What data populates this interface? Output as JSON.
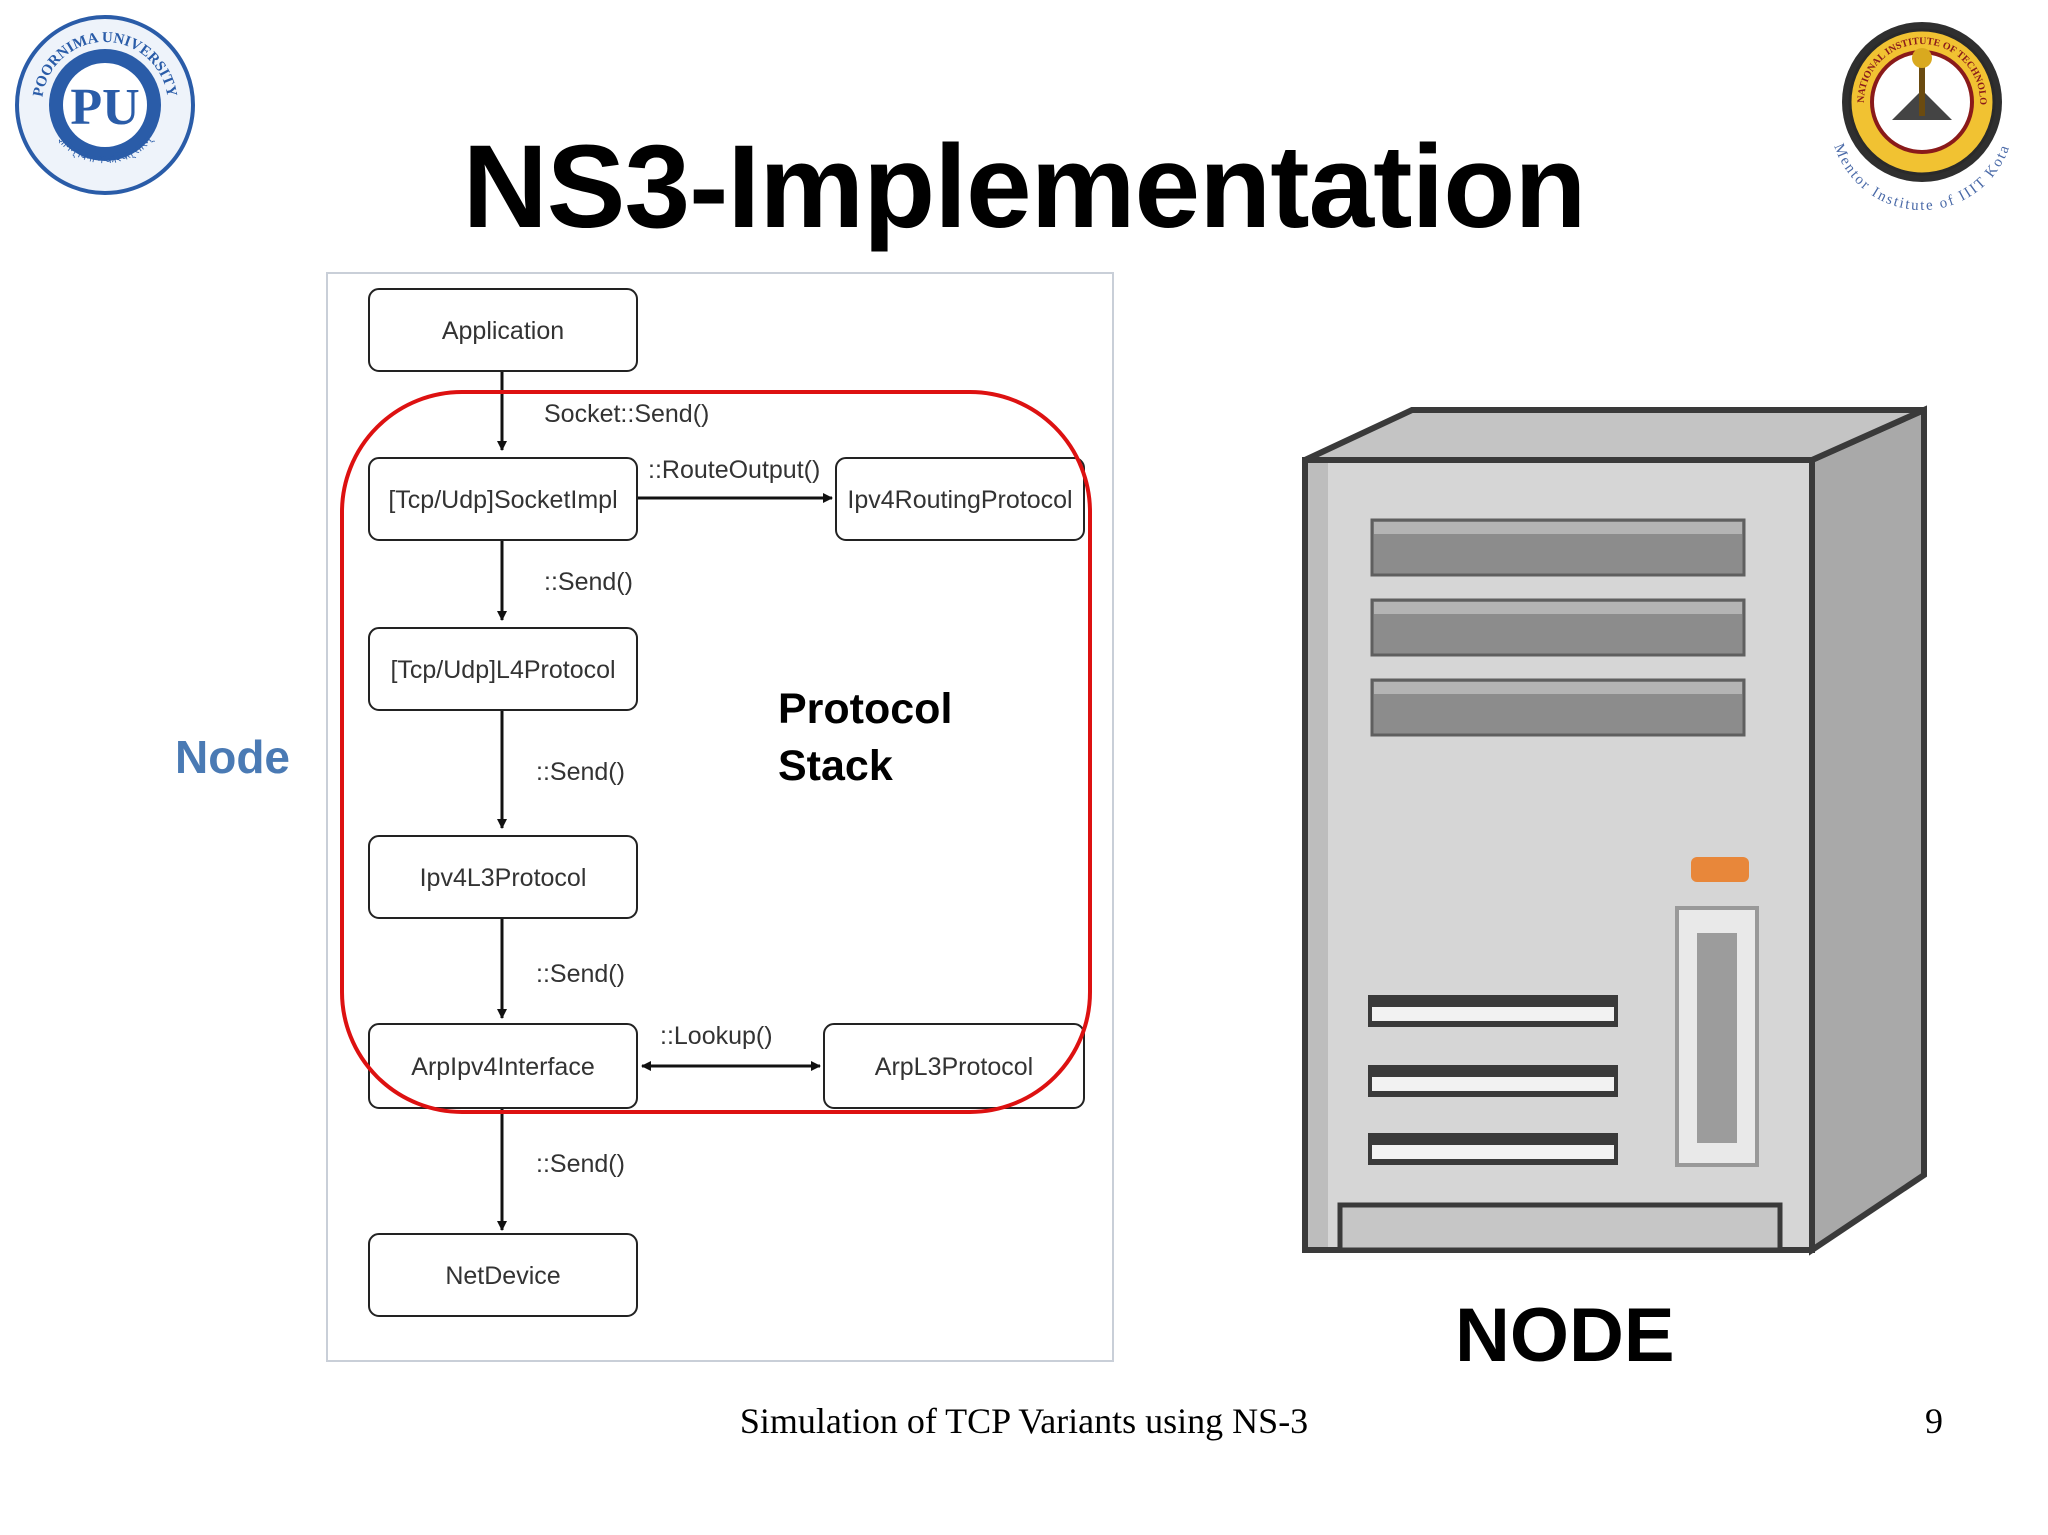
{
  "slide": {
    "title": "NS3-Implementation",
    "side_label": "Node",
    "node_caption": "NODE",
    "footer": "Simulation of TCP Variants using NS-3",
    "page_number": "9"
  },
  "logos": {
    "left": {
      "text_top": "POORNIMA UNIVERSITY",
      "monogram": "PU",
      "text_bottom": "ज्ञानम् बिना न कश्चित् सारम्"
    },
    "right": {
      "text_ring": "MALAVIYA NATIONAL INSTITUTE OF TECHNOLOGY JAIPUR",
      "text_outer": "Mentor Institute of IIIT Kota"
    }
  },
  "diagram": {
    "stack_label_line1": "Protocol",
    "stack_label_line2": "Stack",
    "boxes": {
      "application": "Application",
      "socket_impl": "[Tcp/Udp]SocketImpl",
      "routing": "Ipv4RoutingProtocol",
      "l4": "[Tcp/Udp]L4Protocol",
      "l3": "Ipv4L3Protocol",
      "arp_iface": "ArpIpv4Interface",
      "arp_l3": "ArpL3Protocol",
      "netdevice": "NetDevice"
    },
    "edges": {
      "socket_send": "Socket::Send()",
      "route_output": "::RouteOutput()",
      "send1": "::Send()",
      "send2": "::Send()",
      "send3": "::Send()",
      "lookup": "::Lookup()",
      "send4": "::Send()"
    }
  },
  "colors": {
    "highlight": "#dd1111",
    "node_label": "#4a7ab4",
    "server_front": "#d6d6d6",
    "server_side": "#a8a8a8",
    "led": "#e8873a"
  }
}
